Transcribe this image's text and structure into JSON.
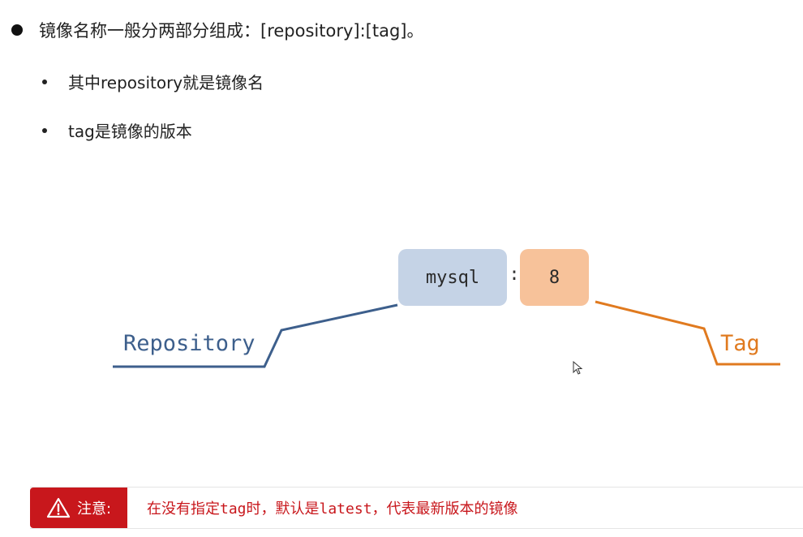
{
  "bullets": {
    "main": "镜像名称一般分两部分组成：[repository]:[tag]。",
    "sub": [
      "其中repository就是镜像名",
      "tag是镜像的版本"
    ]
  },
  "diagram": {
    "repo_value": "mysql",
    "separator": ":",
    "tag_value": "8",
    "repo_label": "Repository",
    "tag_label": "Tag",
    "colors": {
      "repo_box": "#c5d3e6",
      "tag_box": "#f7c29a",
      "repo_line": "#3d5f8c",
      "tag_line": "#e07a1f"
    }
  },
  "note": {
    "icon": "warning-icon",
    "label": "注意:",
    "text": "在没有指定tag时，默认是latest，代表最新版本的镜像"
  }
}
